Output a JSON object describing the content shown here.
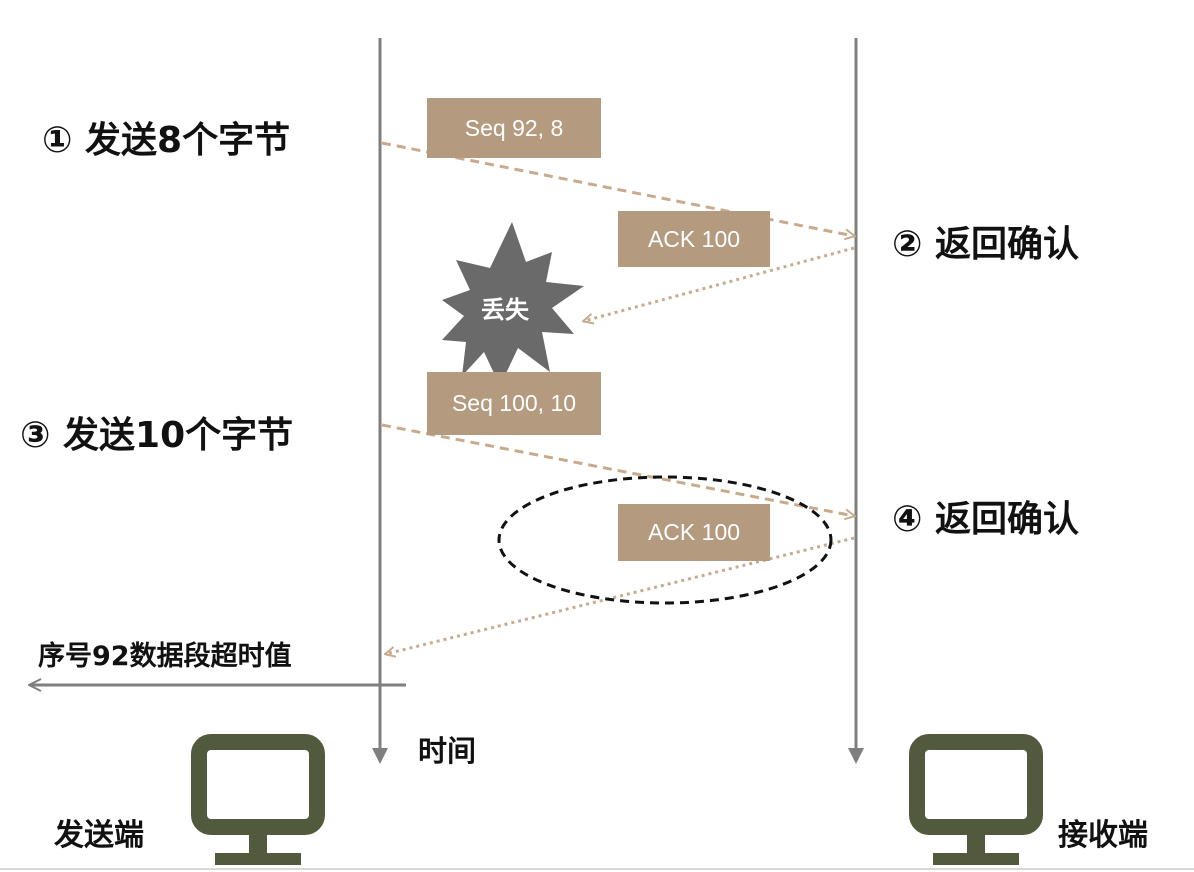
{
  "steps": {
    "step1": "① 发送8个字节",
    "step2": "② 返回确认",
    "step3": "③ 发送10个字节",
    "step4": "④ 返回确认"
  },
  "segments": {
    "seq1": "Seq 92, 8",
    "ack1": "ACK 100",
    "seq2": "Seq 100, 10",
    "ack2": "ACK 100"
  },
  "lost_label": "丢失",
  "timeout_label": "序号92数据段超时值",
  "time_label": "时间",
  "sender_label": "发送端",
  "receiver_label": "接收端",
  "colors": {
    "segment_box": "#b49a7e",
    "arrow": "#c8ab8e",
    "timeline": "#7f7f7f",
    "burst": "#6a6a6a",
    "computer": "#515a3c"
  },
  "icons": [
    "computer-icon",
    "explosion-icon"
  ]
}
